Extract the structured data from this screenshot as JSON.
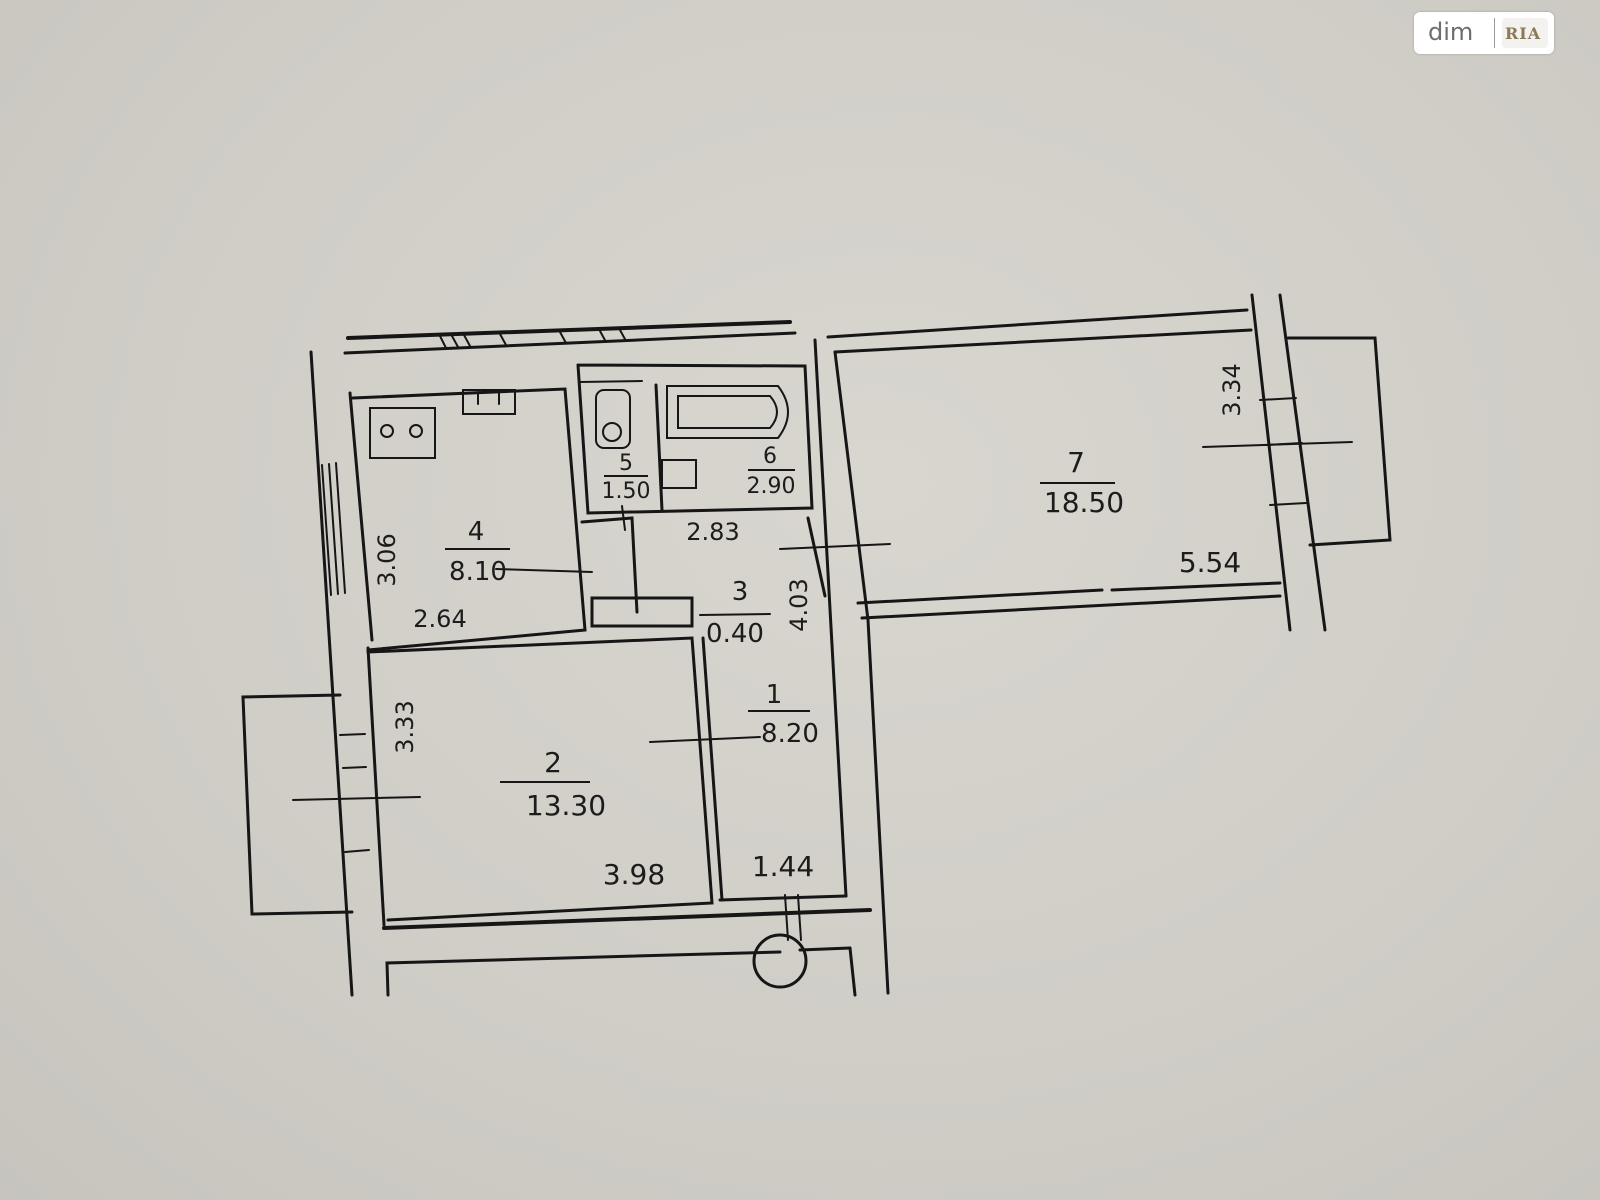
{
  "watermark": {
    "brand": "dim",
    "logo_text": "RIA"
  },
  "rooms": {
    "r1": {
      "number": "1",
      "area": "8.20"
    },
    "r2": {
      "number": "2",
      "area": "13.30"
    },
    "r3": {
      "number": "3",
      "area": "0.40"
    },
    "r4": {
      "number": "4",
      "area": "8.10"
    },
    "r5": {
      "number": "5",
      "area": "1.50"
    },
    "r6": {
      "number": "6",
      "area": "2.90"
    },
    "r7": {
      "number": "7",
      "area": "18.50"
    }
  },
  "dimensions": {
    "r4_height": "3.06",
    "r4_width": "2.64",
    "hall_width": "2.83",
    "hall_height": "4.03",
    "r2_height": "3.33",
    "r2_width": "3.98",
    "r1_width": "1.44",
    "r7_height": "3.34",
    "r7_width": "5.54"
  }
}
